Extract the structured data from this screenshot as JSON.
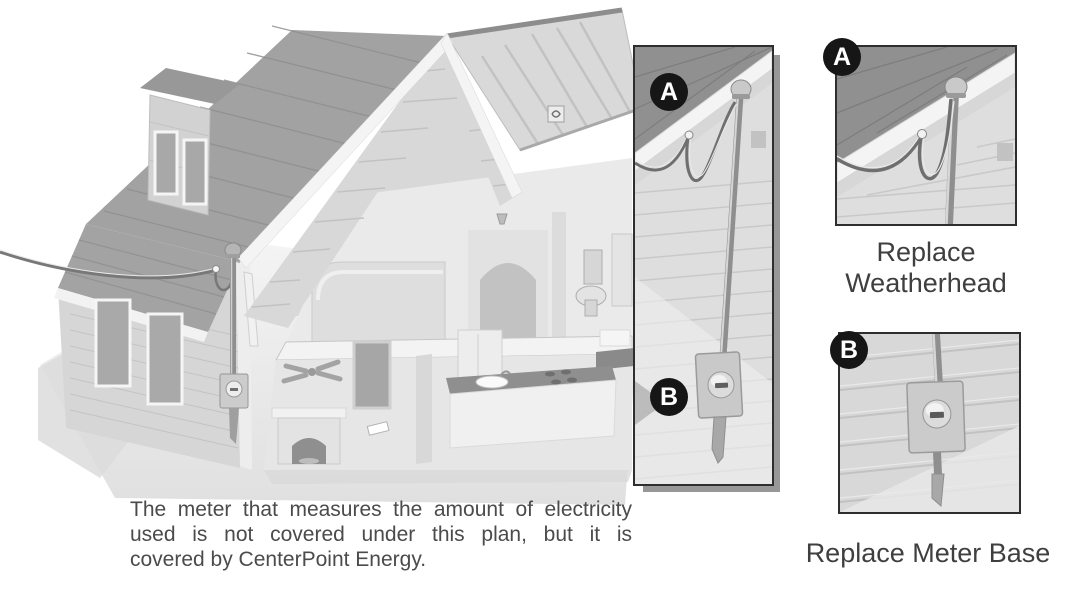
{
  "badges": {
    "a": "A",
    "b": "B"
  },
  "captions": {
    "inset_a": {
      "lines": [
        "Replace",
        "Weatherhead"
      ]
    },
    "inset_b": {
      "text": "Replace Meter Base"
    },
    "note_lines": [
      "The meter that measures the amount of electricity",
      "used is not covered under this plan, but it is",
      "covered by CenterPoint Energy."
    ]
  },
  "colors": {
    "badge_bg": "#161616",
    "badge_text": "#ffffff",
    "panel_border": "#2e2e2e",
    "panel_shadow": "#979797",
    "caption_text": "#3f3f3f",
    "note_text": "#4b4b4b",
    "roof_shingle": "#a0a0a0",
    "siding_light": "#dedede"
  }
}
